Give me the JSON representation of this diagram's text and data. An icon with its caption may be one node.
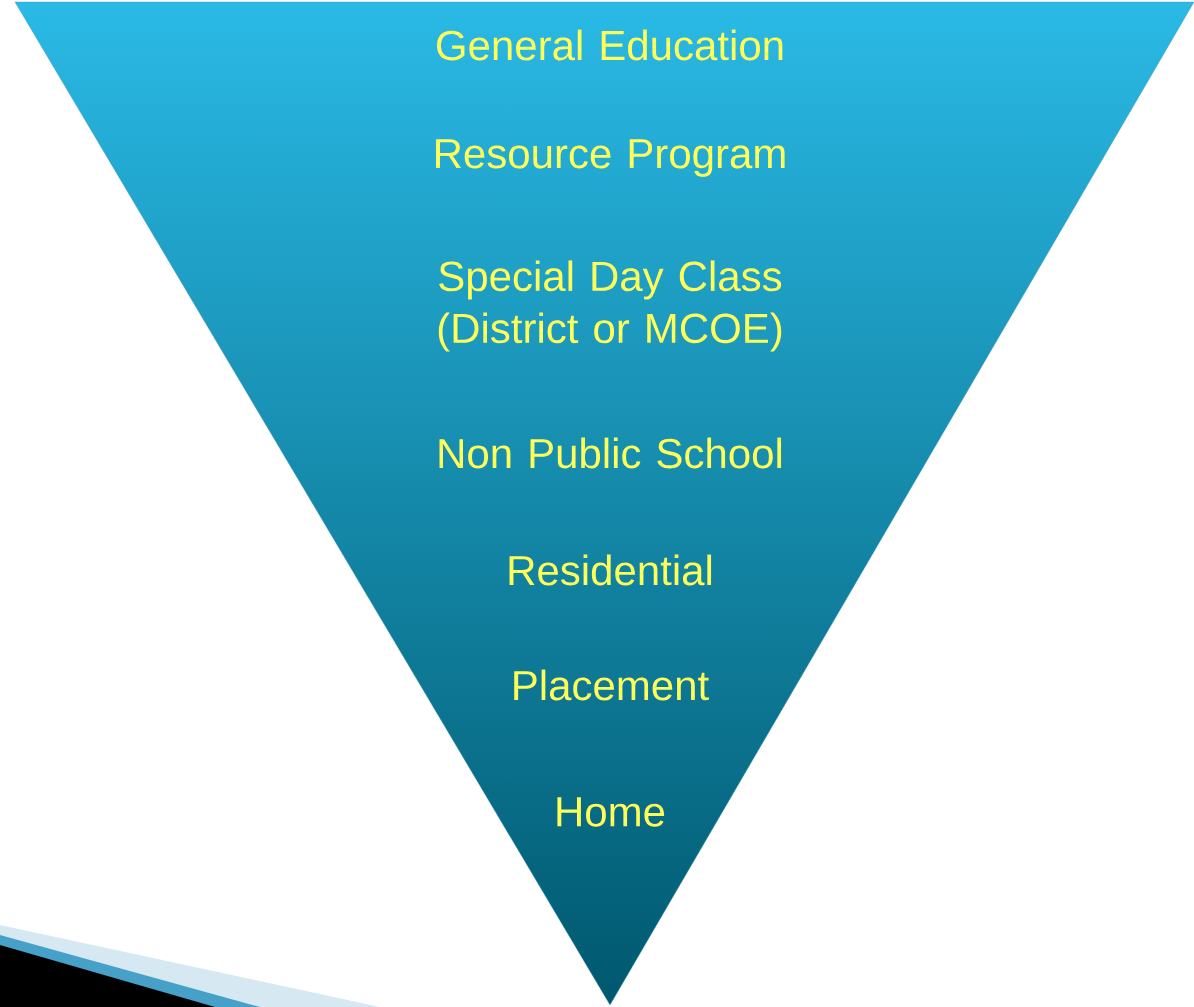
{
  "diagram": {
    "nodes": [
      {
        "text": [
          "General Education",
          "Resource Program",
          "Special Day Class (District or MCOE)",
          "Non Public School",
          "Residential",
          "Placement",
          "Home"
        ]
      }
    ]
  }
}
